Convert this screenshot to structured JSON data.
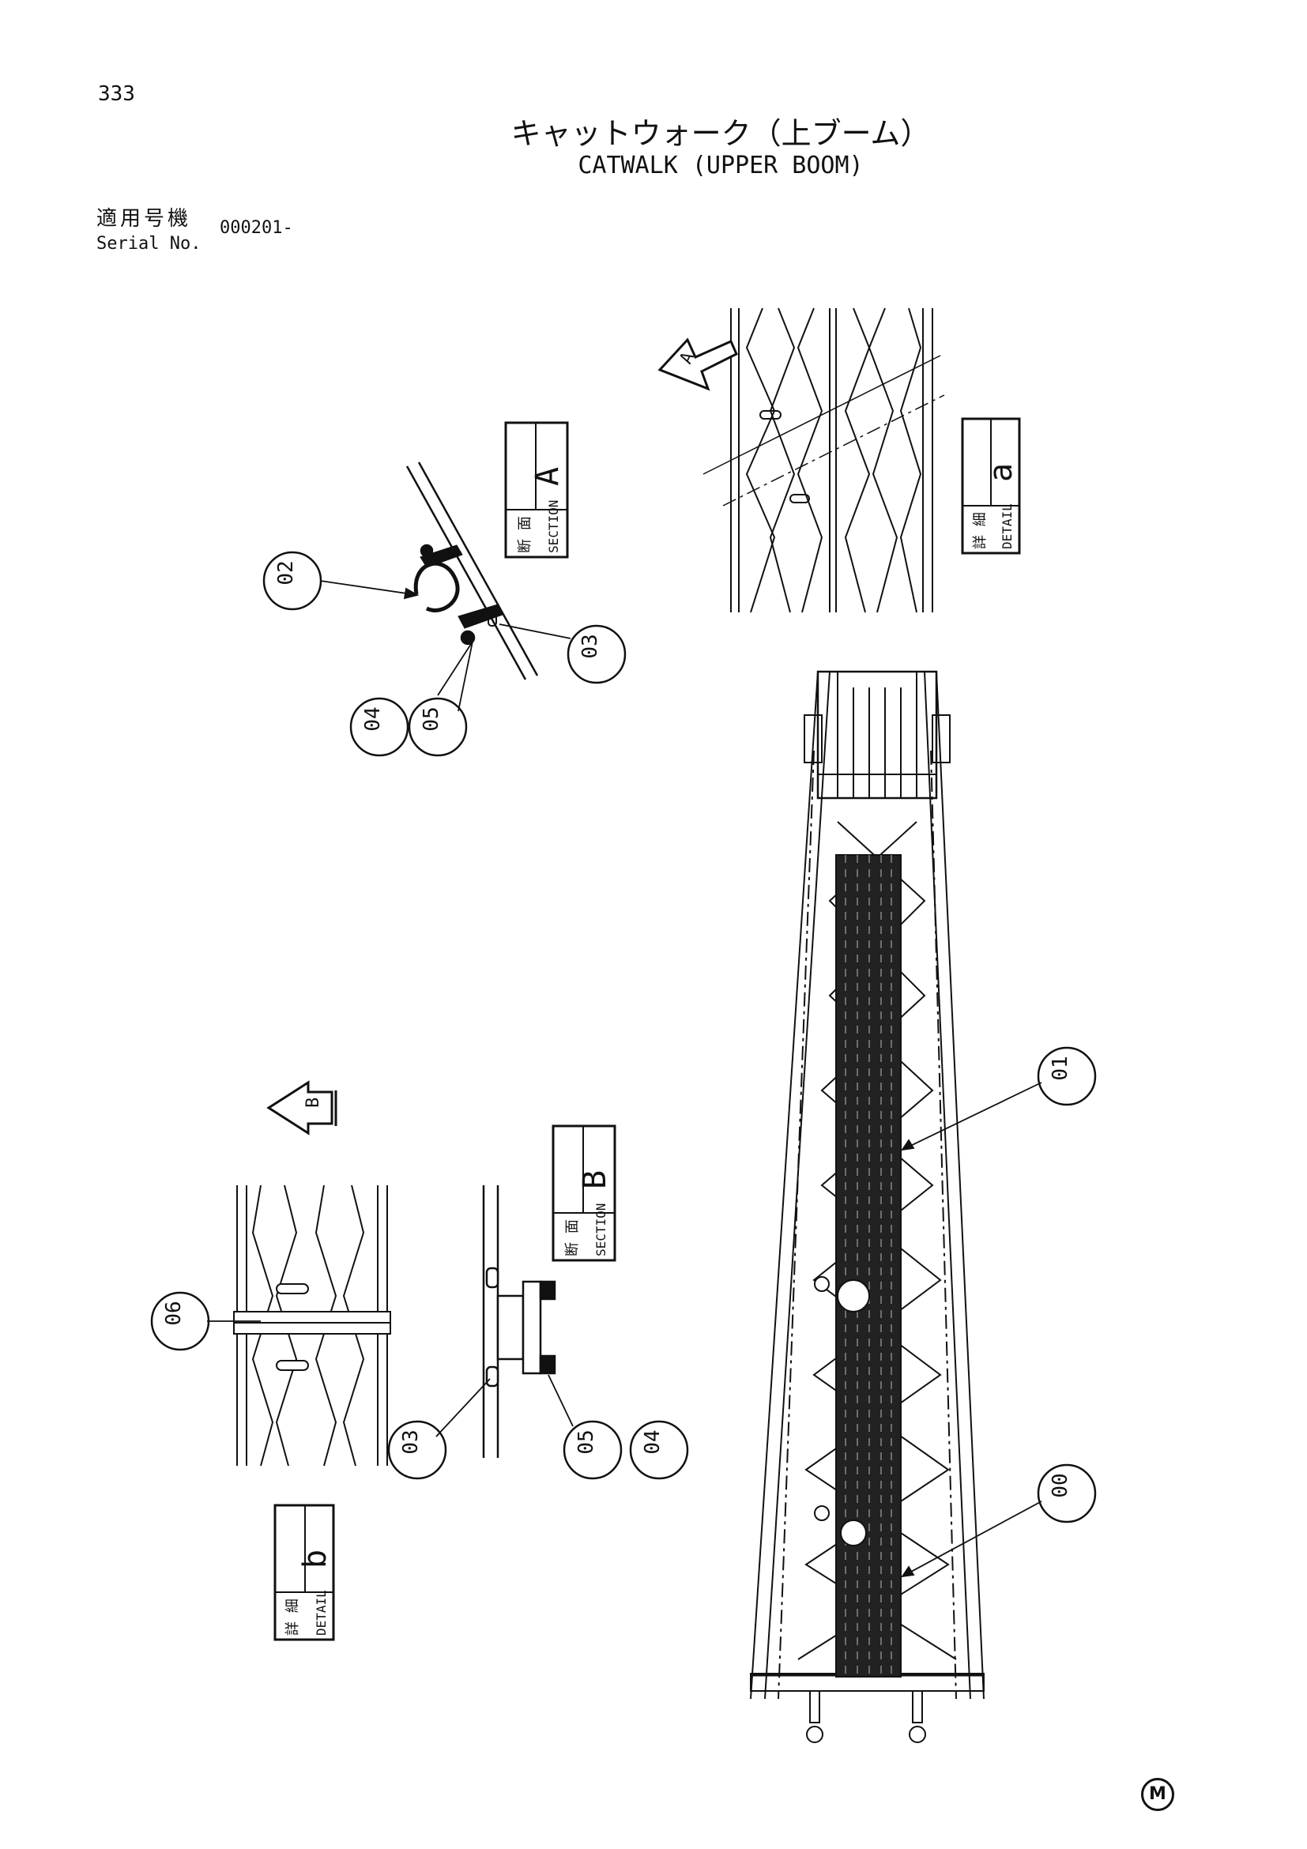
{
  "page": {
    "number": "333",
    "title_jp": "キャットウォーク（上ブーム）",
    "title_en": "CATWALK (UPPER BOOM)",
    "serial_label_jp": "適用号機",
    "serial_label_en": "Serial No.",
    "serial_value": "000201-",
    "mark": "M"
  },
  "views": {
    "section_a": {
      "jp": "断 面",
      "en": "SECTION",
      "letter": "A"
    },
    "detail_a": {
      "jp": "詳 細",
      "en": "DETAIL",
      "letter": "a"
    },
    "section_b": {
      "jp": "断 面",
      "en": "SECTION",
      "letter": "B"
    },
    "detail_b": {
      "jp": "詳 細",
      "en": "DETAIL",
      "letter": "b"
    },
    "arrow_a": "A",
    "arrow_b": "B"
  },
  "callouts": {
    "c00": "00",
    "c01": "01",
    "c02": "02",
    "c03_a": "03",
    "c04_a": "04",
    "c05_a": "05",
    "c06": "06",
    "c03_b": "03",
    "c05_b": "05",
    "c04_b": "04"
  }
}
